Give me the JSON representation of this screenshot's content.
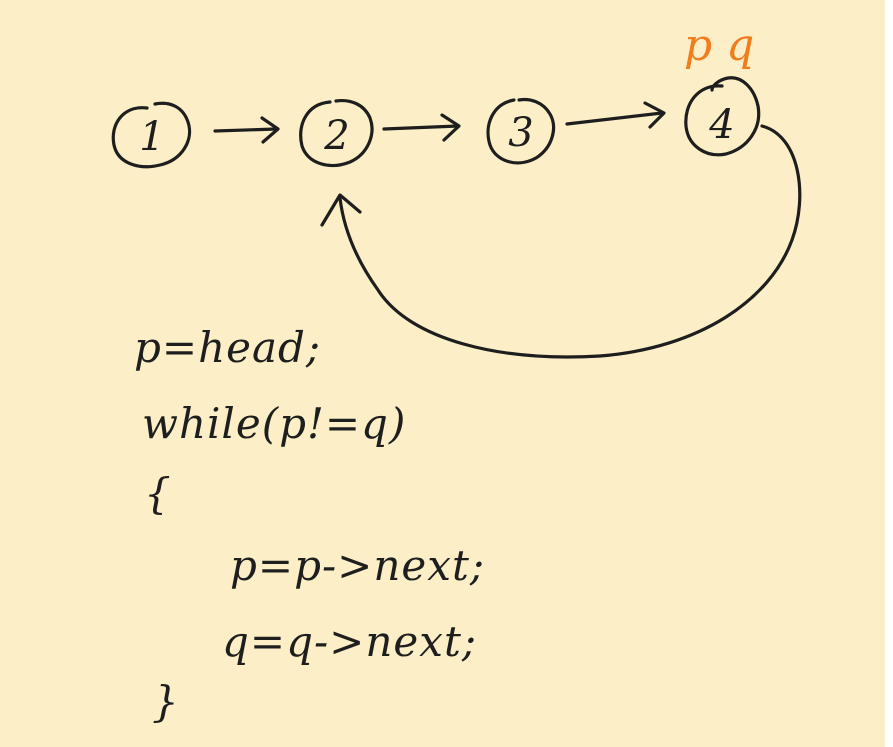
{
  "colors": {
    "paper": "#fcefc7",
    "ink": "#1e1e1e",
    "pointer_ink": "#f07d1e"
  },
  "diagram": {
    "nodes": [
      {
        "label": "1"
      },
      {
        "label": "2"
      },
      {
        "label": "3"
      },
      {
        "label": "4"
      }
    ],
    "pointer_labels": "p q"
  },
  "code": {
    "lines": [
      "p=head;",
      "while(p!=q)",
      "{",
      "p=p->next;",
      "q=q->next;",
      "}"
    ]
  }
}
